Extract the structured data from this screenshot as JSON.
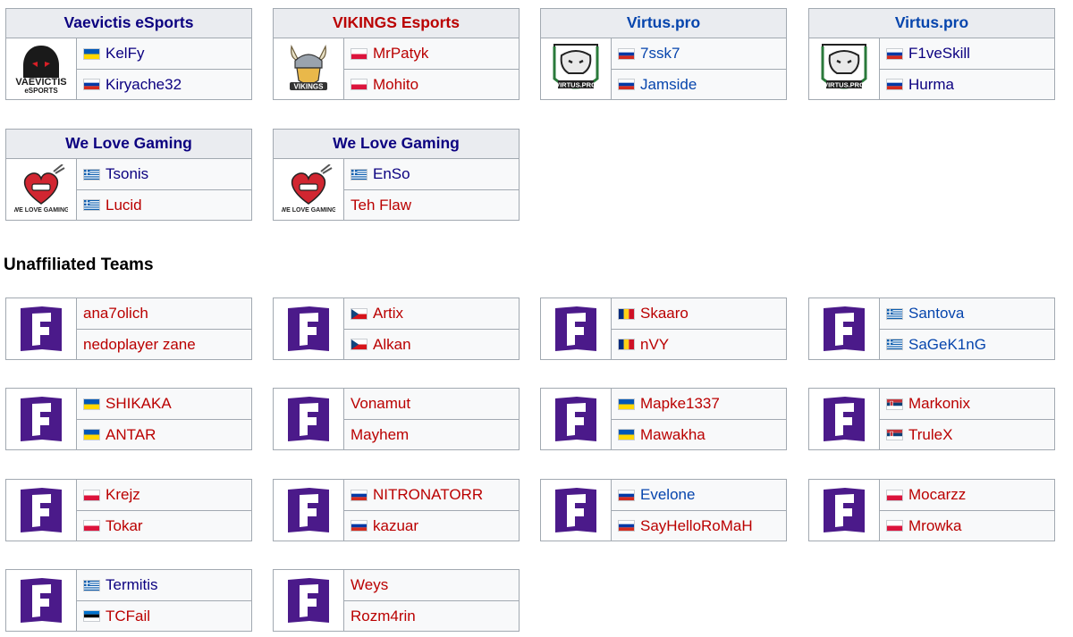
{
  "section_title": "Unaffiliated Teams",
  "colors": {
    "link_blue": "#0645ad",
    "link_red": "#ba0000",
    "header_bg": "#eaecf0",
    "border": "#a2a9b1",
    "fortnite_purple": "#4b1a8a"
  },
  "teams": [
    {
      "name": "Vaevictis eSports",
      "header_color": "navy",
      "logo": "vaevictis-logo",
      "players": [
        {
          "flag": "ua",
          "name": "KelFy",
          "color": "navy"
        },
        {
          "flag": "ru",
          "name": "Kiryache32",
          "color": "navy"
        }
      ]
    },
    {
      "name": "VIKINGS Esports",
      "header_color": "red",
      "logo": "vikings-logo",
      "players": [
        {
          "flag": "pl",
          "name": "MrPatyk",
          "color": "red"
        },
        {
          "flag": "pl",
          "name": "Mohito",
          "color": "red"
        }
      ]
    },
    {
      "name": "Virtus.pro",
      "header_color": "blue",
      "logo": "virtuspro-logo",
      "players": [
        {
          "flag": "ru",
          "name": "7ssk7",
          "color": "blue"
        },
        {
          "flag": "ru",
          "name": "Jamside",
          "color": "blue"
        }
      ]
    },
    {
      "name": "Virtus.pro",
      "header_color": "blue",
      "logo": "virtuspro-logo",
      "players": [
        {
          "flag": "ru",
          "name": "F1veSkill",
          "color": "navy"
        },
        {
          "flag": "ru",
          "name": "Hurma",
          "color": "navy"
        }
      ]
    },
    {
      "name": "We Love Gaming",
      "header_color": "navy",
      "logo": "welovegaming-logo",
      "players": [
        {
          "flag": "gr",
          "name": "Tsonis",
          "color": "navy"
        },
        {
          "flag": "gr",
          "name": "Lucid",
          "color": "red"
        }
      ]
    },
    {
      "name": "We Love Gaming",
      "header_color": "navy",
      "logo": "welovegaming-logo",
      "players": [
        {
          "flag": "gr",
          "name": "EnSo",
          "color": "navy"
        },
        {
          "flag": "",
          "name": "Teh Flaw",
          "color": "red"
        }
      ]
    }
  ],
  "unaffiliated": [
    {
      "players": [
        {
          "flag": "",
          "name": "ana7olich",
          "color": "red"
        },
        {
          "flag": "",
          "name": "nedoplayer zane",
          "color": "red"
        }
      ]
    },
    {
      "players": [
        {
          "flag": "cz",
          "name": "Artix",
          "color": "red"
        },
        {
          "flag": "cz",
          "name": "Alkan",
          "color": "red"
        }
      ]
    },
    {
      "players": [
        {
          "flag": "ro",
          "name": "Skaaro",
          "color": "red"
        },
        {
          "flag": "ro",
          "name": "nVY",
          "color": "red"
        }
      ]
    },
    {
      "players": [
        {
          "flag": "gr",
          "name": "Santova",
          "color": "blue"
        },
        {
          "flag": "gr",
          "name": "SaGeK1nG",
          "color": "blue"
        }
      ]
    },
    {
      "players": [
        {
          "flag": "ua",
          "name": "SHIKAKA",
          "color": "red"
        },
        {
          "flag": "ua",
          "name": "ANTAR",
          "color": "red"
        }
      ]
    },
    {
      "players": [
        {
          "flag": "",
          "name": "Vonamut",
          "color": "red"
        },
        {
          "flag": "",
          "name": "Mayhem",
          "color": "red"
        }
      ]
    },
    {
      "players": [
        {
          "flag": "ua",
          "name": "Mapke1337",
          "color": "red"
        },
        {
          "flag": "ua",
          "name": "Mawakha",
          "color": "red"
        }
      ]
    },
    {
      "players": [
        {
          "flag": "rs",
          "name": "Markonix",
          "color": "red"
        },
        {
          "flag": "rs",
          "name": "TruleX",
          "color": "red"
        }
      ]
    },
    {
      "players": [
        {
          "flag": "pl",
          "name": "Krejz",
          "color": "red"
        },
        {
          "flag": "pl",
          "name": "Tokar",
          "color": "red"
        }
      ]
    },
    {
      "players": [
        {
          "flag": "ru",
          "name": "NITRONATORR",
          "color": "red"
        },
        {
          "flag": "ru",
          "name": "kazuar",
          "color": "red"
        }
      ]
    },
    {
      "players": [
        {
          "flag": "ru",
          "name": "Evelone",
          "color": "blue"
        },
        {
          "flag": "ru",
          "name": "SayHelloRoMaH",
          "color": "red"
        }
      ]
    },
    {
      "players": [
        {
          "flag": "pl",
          "name": "Mocarzz",
          "color": "red"
        },
        {
          "flag": "pl",
          "name": "Mrowka",
          "color": "red"
        }
      ]
    },
    {
      "players": [
        {
          "flag": "gr",
          "name": "Termitis",
          "color": "navy"
        },
        {
          "flag": "ee",
          "name": "TCFail",
          "color": "red"
        }
      ]
    },
    {
      "players": [
        {
          "flag": "",
          "name": "Weys",
          "color": "red"
        },
        {
          "flag": "",
          "name": "Rozm4rin",
          "color": "red"
        }
      ]
    }
  ]
}
